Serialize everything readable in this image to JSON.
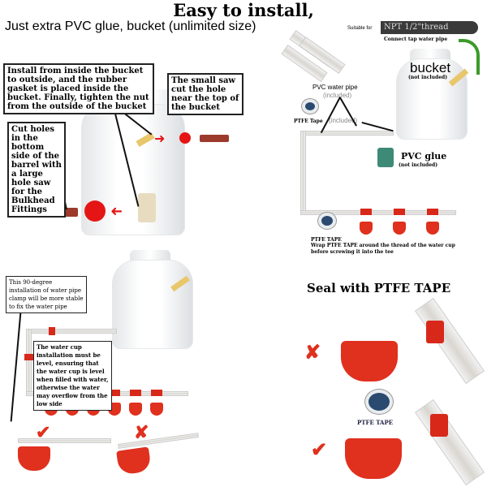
{
  "header": {
    "title": "Easy to install,",
    "subtitle": "Just  extra PVC glue, bucket (unlimited size)"
  },
  "top_left": {
    "callout_install": "Install from inside the bucket to outside, and the rubber gasket is placed inside the bucket. Finally, tighten the nut from the outside of the bucket",
    "callout_small_saw": "The small saw cut the hole near the top of the bucket",
    "callout_cut_holes": "Cut holes in the bottom side of the barrel with a large hole saw for the Bulkhead Fittings"
  },
  "top_right": {
    "suitable_for": "Suitable for",
    "thread": "NPT 1/2\"thread",
    "connect_tap": "Connect tap water pipe",
    "bucket": "bucket",
    "bucket_note": "(not included)",
    "pvc_pipe": "PVC water pipe",
    "pvc_pipe_note": "(included)",
    "ptfe_tape": "PTFE Tape",
    "ptfe_note": "(included)",
    "pvc_glue": "PVC glue",
    "pvc_glue_note": "(not included)",
    "ptfe_title": "PTFE TAPE",
    "ptfe_instructions": "Wrap PTFE TAPE around the thread of the water cup before screwing it into the tee"
  },
  "bottom_left": {
    "callout_clamp": "This 90-degree installation of water pipe clamp will be more stable to fix the water pipe",
    "callout_level": "The water cup installation must be level, ensuring that the water cup is level when filled with water, otherwise the water may overflow from the low side"
  },
  "bottom_right": {
    "title": "Seal with PTFE TAPE",
    "ptfe_label": "PTFE TAPE"
  },
  "colors": {
    "red": "#e0301e",
    "wrong": "#e0301e",
    "right": "#e0301e"
  }
}
